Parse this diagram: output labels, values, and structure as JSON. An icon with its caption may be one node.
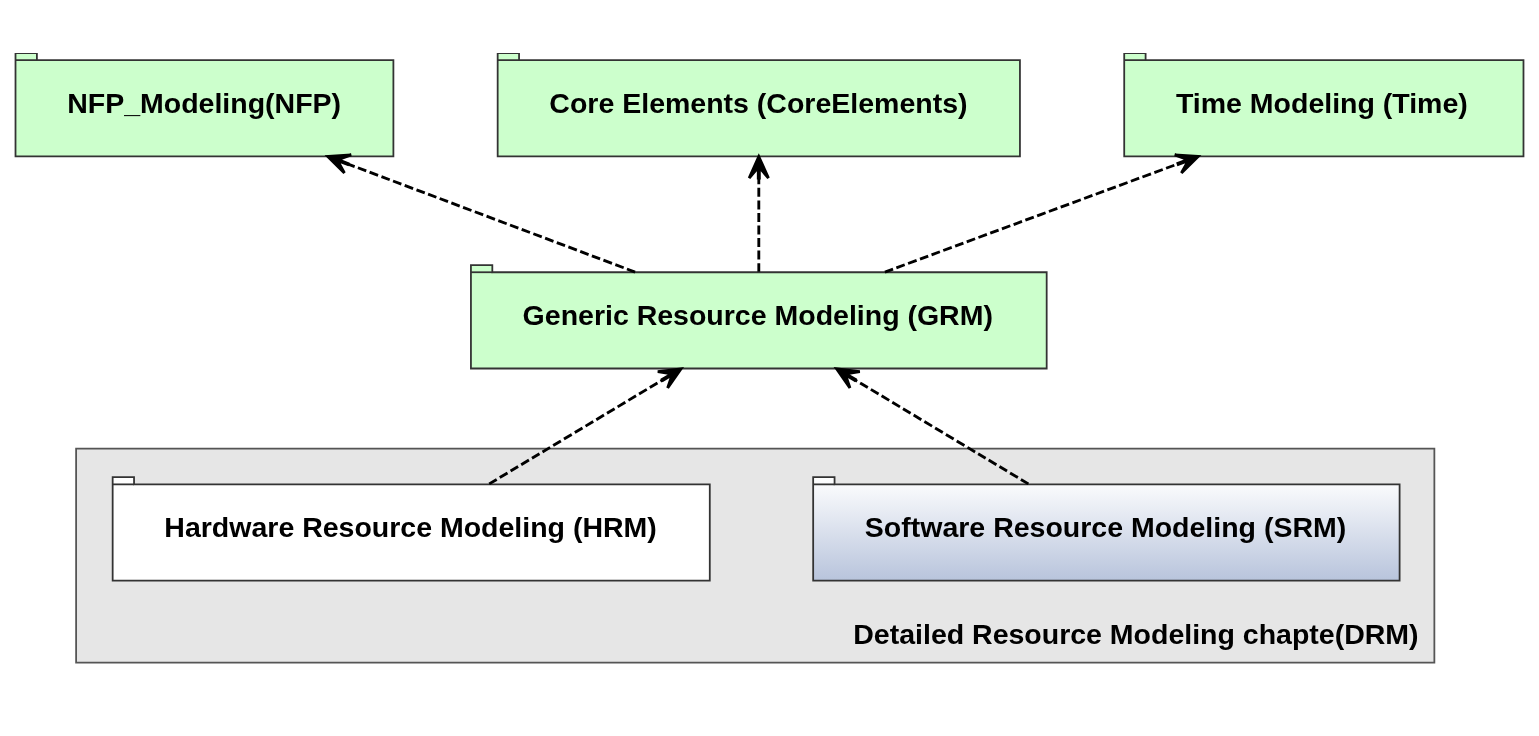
{
  "diagram": {
    "nodes": [
      {
        "text": [
          "NFP_Modeling(NFP)"
        ]
      },
      {
        "text": [
          "Core Elements (CoreElements)"
        ]
      },
      {
        "text": [
          "Time Modeling (Time)"
        ]
      },
      {
        "text": [
          "Generic Resource Modeling (GRM)"
        ]
      },
      {
        "text": [
          "Detailed Resource Modeling chapte(DRM)"
        ]
      },
      {
        "text": [
          "Software Resource Modeling (SRM)"
        ],
        "in": 4
      },
      {
        "text": [
          "Hardware Resource Modeling (HRM)"
        ],
        "in": 4
      }
    ],
    "edges": [
      {
        "from": 3,
        "to": 0,
        "arrow": "to",
        "style": "dashed"
      },
      {
        "from": 3,
        "to": 1,
        "arrow": "to",
        "style": "dashed"
      },
      {
        "from": 3,
        "to": 2,
        "arrow": "to",
        "style": "dashed"
      },
      {
        "from": 5,
        "to": 3,
        "arrow": "to",
        "style": "dashed"
      },
      {
        "from": 6,
        "to": 3,
        "arrow": "to",
        "style": "dashed"
      }
    ]
  }
}
